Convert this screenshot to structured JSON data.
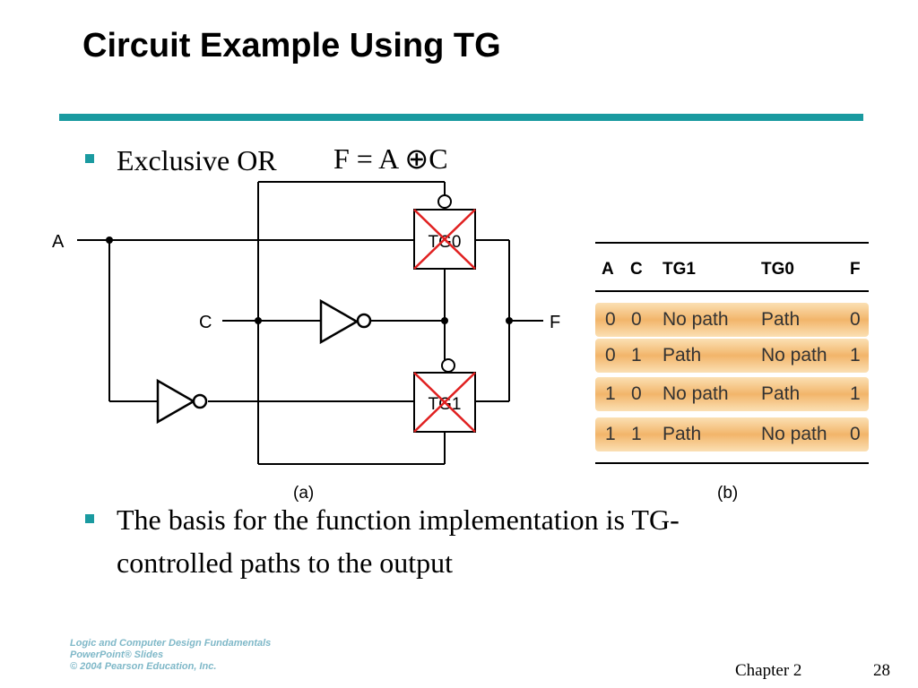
{
  "slide": {
    "title": "Circuit Example Using TG",
    "bullet1": "Exclusive OR",
    "equation": "F = A ⊕C",
    "bullet2_line1": "The basis for the function implementation is TG-",
    "bullet2_line2": "controlled paths to the output",
    "caption_a": "(a)",
    "caption_b": "(b)"
  },
  "circuit": {
    "label_a": "A",
    "label_c": "C",
    "label_f": "F",
    "tg0": "TG0",
    "tg1": "TG1"
  },
  "table": {
    "headers": [
      "A",
      "C",
      "TG1",
      "TG0",
      "F"
    ],
    "rows": [
      {
        "a": "0",
        "c": "0",
        "tg1": "No path",
        "tg0": "Path",
        "f": "0"
      },
      {
        "a": "0",
        "c": "1",
        "tg1": "Path",
        "tg0": "No path",
        "f": "1"
      },
      {
        "a": "1",
        "c": "0",
        "tg1": "No path",
        "tg0": "Path",
        "f": "1"
      },
      {
        "a": "1",
        "c": "1",
        "tg1": "Path",
        "tg0": "No path",
        "f": "0"
      }
    ]
  },
  "footer": {
    "logo_line1": "Logic and Computer Design Fundamentals",
    "logo_line2": "PowerPoint® Slides",
    "logo_line3": "© 2004 Pearson Education, Inc.",
    "chapter": "Chapter 2",
    "page": "28"
  },
  "colors": {
    "accent": "#1a9aa0",
    "cross": "#e02020",
    "row_fill": "#f2b56a"
  }
}
